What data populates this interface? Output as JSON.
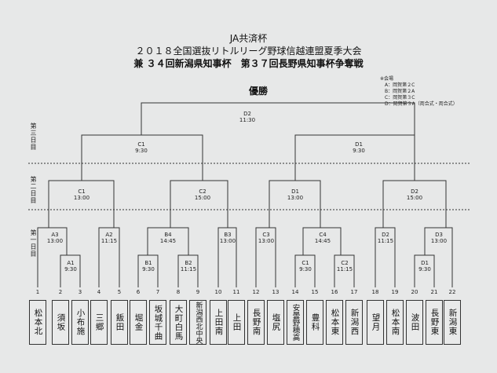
{
  "header": {
    "line1": "JA共済杯",
    "line2": "２０１８全国選抜リトルリーグ野球信越連盟夏季大会",
    "line3": "兼 ３４回新潟県知事杯　第３７回長野県知事杯争奪戦"
  },
  "champion_label": "優勝",
  "day_labels": [
    "第三日目",
    "第二日目",
    "第一日目"
  ],
  "venues": {
    "title": "※会場",
    "items": [
      "A：岡賀第２C",
      "B：岡賀第２A",
      "C：岡賀第３C",
      "D：岡賀第３A（両合式・両合式）"
    ]
  },
  "matches": [
    {
      "id": "D2",
      "time": "11:30"
    },
    {
      "id": "C1",
      "time": "9:30"
    },
    {
      "id": "D1",
      "time": "9:30"
    },
    {
      "id": "C1",
      "time": "13:00"
    },
    {
      "id": "C2",
      "time": "15:00"
    },
    {
      "id": "D1",
      "time": "13:00"
    },
    {
      "id": "D2",
      "time": "15:00"
    },
    {
      "id": "A3",
      "time": "13:00"
    },
    {
      "id": "A2",
      "time": "11:15"
    },
    {
      "id": "B4",
      "time": "14:45"
    },
    {
      "id": "B3",
      "time": "13:00"
    },
    {
      "id": "C3",
      "time": "13:00"
    },
    {
      "id": "C4",
      "time": "14:45"
    },
    {
      "id": "D2",
      "time": "11:15"
    },
    {
      "id": "D3",
      "time": "13:00"
    },
    {
      "id": "A1",
      "time": "9:30"
    },
    {
      "id": "B1",
      "time": "9:30"
    },
    {
      "id": "B2",
      "time": "11:15"
    },
    {
      "id": "C1",
      "time": "9:30"
    },
    {
      "id": "C2",
      "time": "11:15"
    },
    {
      "id": "D1",
      "time": "9:30"
    }
  ],
  "teams": [
    {
      "num": "1",
      "name": "松本北"
    },
    {
      "num": "2",
      "name": "須坂"
    },
    {
      "num": "3",
      "name": "小布施"
    },
    {
      "num": "4",
      "name": "三郷"
    },
    {
      "num": "5",
      "name": "飯田"
    },
    {
      "num": "6",
      "name": "堀金"
    },
    {
      "num": "7",
      "name": "坂城千曲"
    },
    {
      "num": "8",
      "name": "大町白馬"
    },
    {
      "num": "9",
      "name": "新潟西北中央"
    },
    {
      "num": "10",
      "name": "上田南"
    },
    {
      "num": "11",
      "name": "上田"
    },
    {
      "num": "12",
      "name": "長野南"
    },
    {
      "num": "13",
      "name": "塩尻"
    },
    {
      "num": "14",
      "name": "安曇野穂高"
    },
    {
      "num": "15",
      "name": "豊科"
    },
    {
      "num": "16",
      "name": "松本東"
    },
    {
      "num": "17",
      "name": "新潟西"
    },
    {
      "num": "18",
      "name": "望月"
    },
    {
      "num": "19",
      "name": "松本南"
    },
    {
      "num": "20",
      "name": "波田"
    },
    {
      "num": "21",
      "name": "長野東"
    },
    {
      "num": "22",
      "name": "新潟東"
    }
  ]
}
